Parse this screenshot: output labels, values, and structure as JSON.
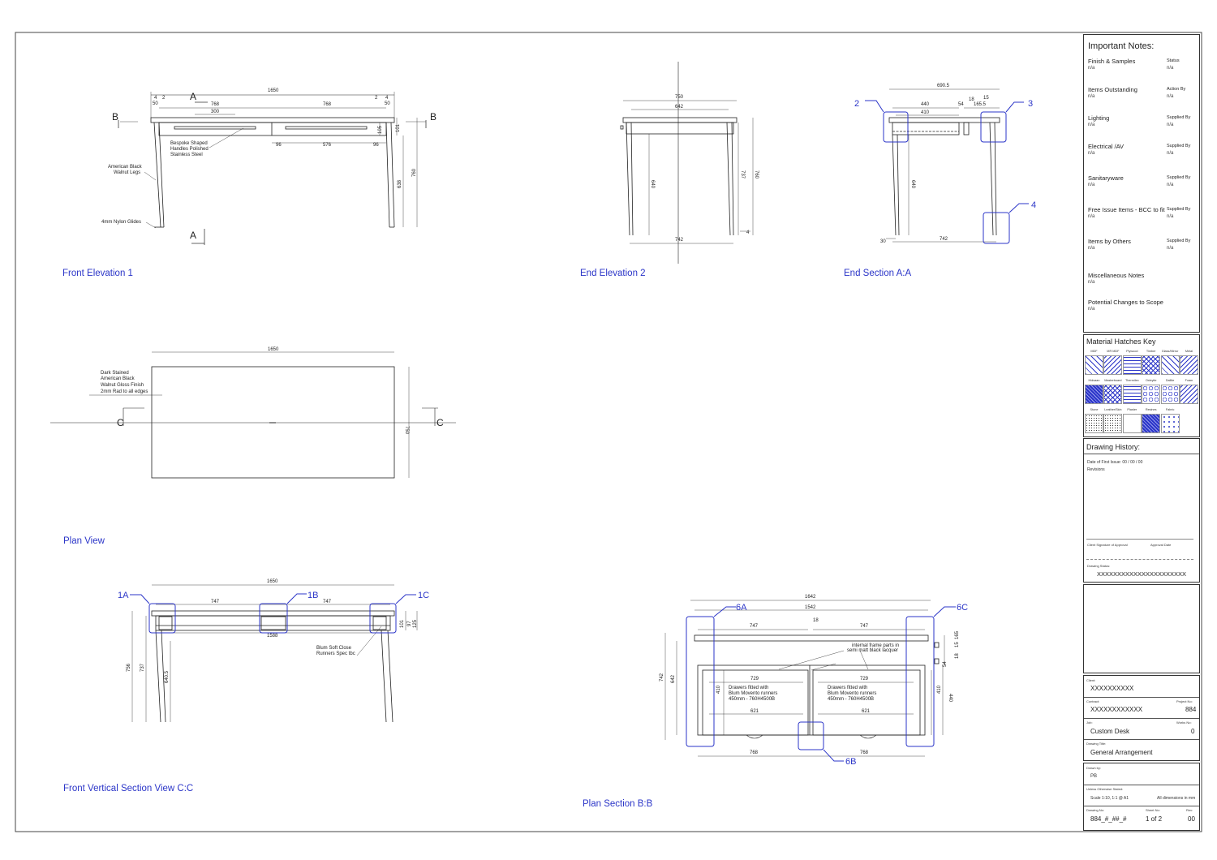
{
  "views": {
    "front_elevation": "Front Elevation 1",
    "end_elevation": "End Elevation 2",
    "end_section": "End Section A:A",
    "plan_view": "Plan View",
    "front_vertical_section": "Front Vertical Section View C:C",
    "plan_section": "Plan Section B:B"
  },
  "front_elevation": {
    "dims": {
      "overall": "1650",
      "d768a": "768",
      "d768b": "768",
      "d300": "300",
      "d4": "4",
      "d2": "2",
      "d50": "50",
      "d2r": "2",
      "d4r": "4",
      "d50r": "50",
      "d96a": "96",
      "d576": "576",
      "d96b": "96",
      "d101": "101",
      "d105": "105",
      "d638": "638",
      "d760": "760"
    },
    "section_marks": {
      "a_top": "A",
      "a_bottom": "A",
      "b_left": "B",
      "b_right": "B"
    },
    "notes": {
      "handles_1": "Bespoke Shaped",
      "handles_2": "Handles Polished",
      "handles_3": "Stainless Steel",
      "legs_1": "American Black",
      "legs_2": "Walnut Legs",
      "glides": "4mm Nylon Glides"
    }
  },
  "end_elevation": {
    "dims": {
      "overall": "750",
      "inner": "642",
      "leg": "640",
      "d737": "737",
      "d760": "760",
      "bottom": "742",
      "d4": "4"
    }
  },
  "end_section": {
    "dims": {
      "d690": "690.5",
      "d440": "440",
      "d410": "410",
      "d54": "54",
      "d18": "18",
      "d15": "15",
      "d165": "165.5",
      "d640": "640",
      "d30": "30",
      "d742": "742"
    },
    "tags": [
      "2",
      "3",
      "4"
    ]
  },
  "plan_view": {
    "dims": {
      "overall": "1650",
      "depth": "750"
    },
    "section_marks": {
      "c_left": "C",
      "c_right": "C"
    },
    "notes": {
      "finish_1": "Dark Stained",
      "finish_2": "American Black",
      "finish_3": "Walnut Gloss Finish",
      "finish_4": "2mm Rad to all edges"
    }
  },
  "front_section": {
    "dims": {
      "overall": "1650",
      "d747a": "747",
      "d747b": "747",
      "d1588": "1588",
      "d756": "756",
      "d737": "737",
      "d640": "640.5",
      "d101": "101",
      "d97": "97",
      "d125": "125"
    },
    "tags": [
      "1A",
      "1B",
      "1C"
    ],
    "notes": {
      "runners_1": "Blum Soft Close",
      "runners_2": "Runners Spec tbc"
    }
  },
  "plan_section": {
    "dims": {
      "d1642": "1642",
      "d1542": "1542",
      "d747a": "747",
      "d747b": "747",
      "d18": "18",
      "d742": "742",
      "d642": "642",
      "d410a": "410",
      "d410b": "410",
      "d440": "440",
      "d729a": "729",
      "d729b": "729",
      "d621a": "621",
      "d621b": "621",
      "d768a": "768",
      "d768b": "768",
      "d165": "165",
      "d15": "15",
      "d18r": "18",
      "d54": "54"
    },
    "tags": [
      "6A",
      "6B",
      "6C"
    ],
    "notes": {
      "frame_1": "internal frame parts in",
      "frame_2": "semi matt black lacquer",
      "drawer_1": "Drawers fitted with",
      "drawer_2": "Blum Movento runners",
      "drawer_3": "450mm - 760H4500B"
    }
  },
  "title_block": {
    "notes_heading": "Important Notes:",
    "notes": [
      {
        "label": "Finish & Samples",
        "value": "n/a",
        "side_label": "Status",
        "side_value": "n/a"
      },
      {
        "label": "Items Outstanding",
        "value": "n/a",
        "side_label": "Action By",
        "side_value": "n/a"
      },
      {
        "label": "Lighting",
        "value": "n/a",
        "side_label": "Supplied By",
        "side_value": "n/a"
      },
      {
        "label": "Electrical /AV",
        "value": "n/a",
        "side_label": "Supplied By",
        "side_value": "n/a"
      },
      {
        "label": "Sanitaryware",
        "value": "n/a",
        "side_label": "Supplied By",
        "side_value": "n/a"
      },
      {
        "label": "Free Issue Items - BCC to fit",
        "value": "n/a",
        "side_label": "Supplied By",
        "side_value": "n/a"
      },
      {
        "label": "Items by Others",
        "value": "n/a",
        "side_label": "Supplied By",
        "side_value": "n/a"
      },
      {
        "label": "Miscellaneous Notes",
        "value": "n/a",
        "side_label": "",
        "side_value": ""
      },
      {
        "label": "Potential Changes to Scope",
        "value": "n/a",
        "side_label": "",
        "side_value": ""
      }
    ],
    "hatches_heading": "Material Hatches Key",
    "hatch_labels": [
      [
        "MDF",
        "MR MDF",
        "Plywood",
        "Timber",
        "Glass/Mirror",
        "Metal"
      ],
      [
        "Hidsaan",
        "Masterboard",
        "Thermilex",
        "Oxleyite",
        "Dallite",
        "Foam"
      ],
      [
        "Stone",
        "Leather/Skin",
        "Plaster",
        "Resines",
        "Fabric",
        ""
      ]
    ],
    "history_heading": "Drawing History:",
    "first_issue": "Date of First Issue:  00 / 00 / 00",
    "revisions": "Revisions",
    "client_sig": "Client Signature of Approval",
    "approval_date": "Approval Date",
    "status_label": "Drawing Status:",
    "status_value": "XXXXXXXXXXXXXXXXXXXXXX",
    "client_label": "Client:",
    "client_value": "XXXXXXXXXX",
    "contract_label": "Contract:",
    "contract_value": "XXXXXXXXXXXX",
    "project_no_label": "Project No:",
    "project_no": "884",
    "job_label": "Job:",
    "job_value": "Custom Desk",
    "works_no_label": "Works No:",
    "works_no": "0",
    "title_label": "Drawing Title:",
    "title_value": "General Arrangement",
    "drawn_label": "Drawn by:",
    "drawn_value": "PB",
    "unless_label": "Unless Otherwise Stated:",
    "scale": "Scale 1:10, 1:1 @ A1",
    "units": "All dimensions in mm",
    "dwg_no_label": "Drawing No:",
    "dwg_no": "884_#_##_#",
    "sheet_label": "Sheet No:",
    "sheet": "1 of 2",
    "rev_label": "Rev:",
    "rev": "00"
  },
  "colors": {
    "accent": "#2b35c8",
    "line": "#222222"
  }
}
